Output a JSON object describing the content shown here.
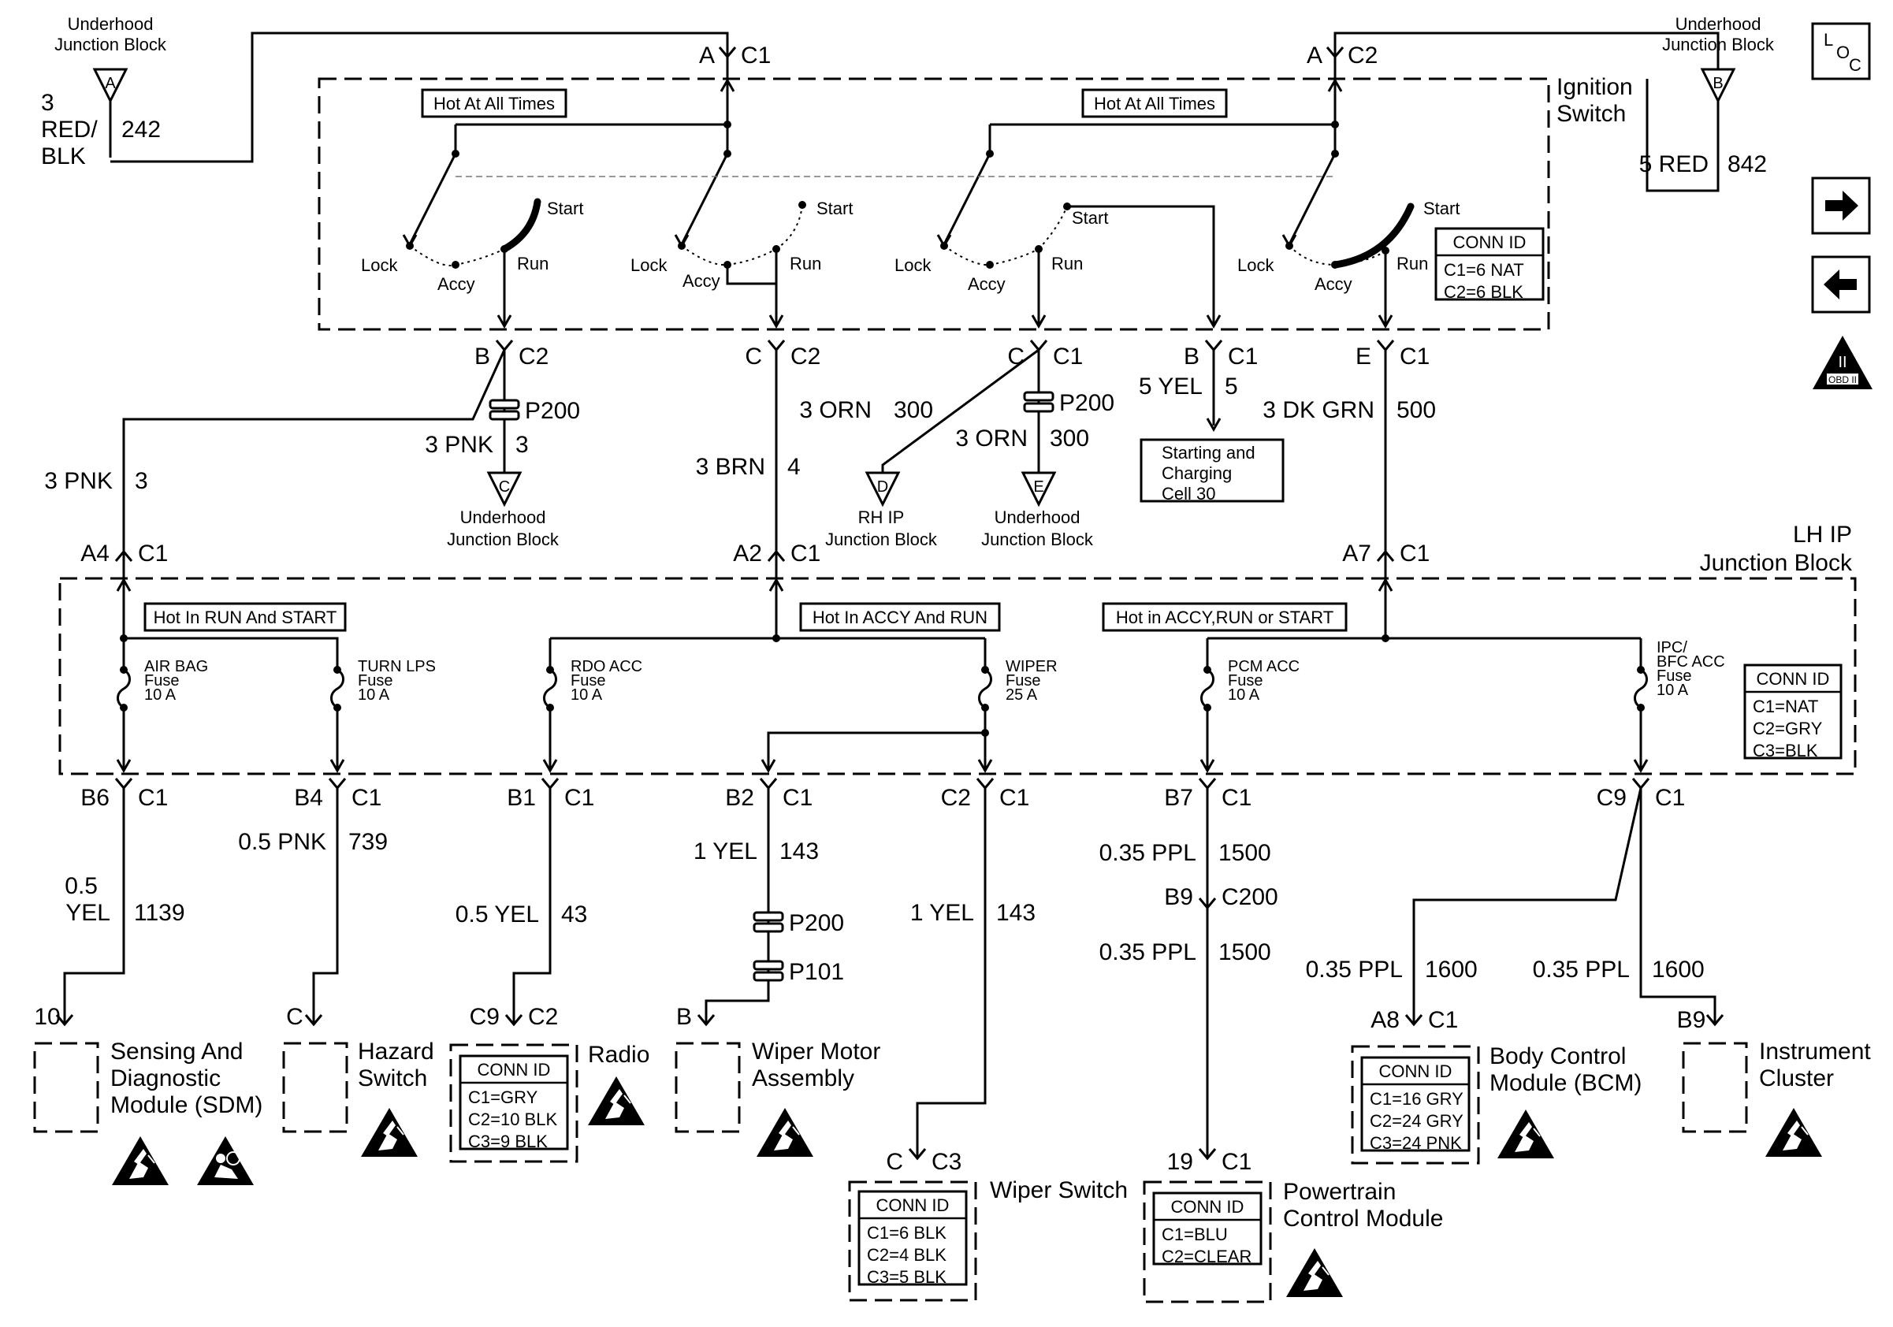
{
  "blocks": {
    "ignition_switch": "Ignition\nSwitch",
    "lh_ip_junction_block": "LH IP\nJunction Block"
  },
  "labels": {
    "hot_at_all_times_1": "Hot At All Times",
    "hot_at_all_times_2": "Hot At All Times",
    "hot_run_start": "Hot In RUN And START",
    "hot_accy_run": "Hot In ACCY And RUN",
    "hot_accy_run_start": "Hot in ACCY,RUN or START"
  },
  "switch_positions": {
    "lock": "Lock",
    "accy": "Accy",
    "run": "Run",
    "start": "Start"
  },
  "connectors": {
    "top_c1": [
      "A",
      "C1"
    ],
    "top_c2": [
      "A",
      "C2"
    ],
    "ign_b_c2": [
      "B",
      "C2"
    ],
    "ign_c_c2": [
      "C",
      "C2"
    ],
    "ign_c_c1": [
      "C",
      "C1"
    ],
    "ign_b_c1": [
      "B",
      "C1"
    ],
    "ign_e_c1": [
      "E",
      "C1"
    ],
    "jb_a4": [
      "A4",
      "C1"
    ],
    "jb_a2": [
      "A2",
      "C1"
    ],
    "jb_a7": [
      "A7",
      "C1"
    ],
    "jb_b6": [
      "B6",
      "C1"
    ],
    "jb_b4": [
      "B4",
      "C1"
    ],
    "jb_b1": [
      "B1",
      "C1"
    ],
    "jb_b2": [
      "B2",
      "C1"
    ],
    "jb_c2": [
      "C2",
      "C1"
    ],
    "jb_b7": [
      "B7",
      "C1"
    ],
    "jb_c9": [
      "C9",
      "C1"
    ],
    "b9_c200": [
      "B9",
      "C200"
    ],
    "sdm_pin": [
      "10"
    ],
    "hazard_pin": [
      "C"
    ],
    "radio_pin": [
      "C9",
      "C2"
    ],
    "wiper_motor_pin": [
      "B"
    ],
    "wiper_switch_pin": [
      "C",
      "C3"
    ],
    "pcm_pin": [
      "19",
      "C1"
    ],
    "bcm_pin": [
      "A8",
      "C1"
    ],
    "cluster_pin": [
      "B9"
    ]
  },
  "wires": {
    "red_blk": [
      "3",
      "RED/",
      "BLK",
      "242"
    ],
    "red_842": [
      "5 RED",
      "842"
    ],
    "pnk_3a": [
      "3 PNK",
      "3"
    ],
    "pnk_3b": [
      "3 PNK",
      "3"
    ],
    "brn_4": [
      "3 BRN",
      "4"
    ],
    "orn_300a": [
      "3 ORN",
      "300"
    ],
    "orn_300b": [
      "3 ORN",
      "300"
    ],
    "yel_5": [
      "5 YEL",
      "5"
    ],
    "dkgrn_500": [
      "3 DK GRN",
      "500"
    ],
    "yel_1139": [
      "0.5",
      "YEL",
      "1139"
    ],
    "pnk_739": [
      "0.5 PNK",
      "739"
    ],
    "yel_43": [
      "0.5 YEL",
      "43"
    ],
    "yel_143a": [
      "1 YEL",
      "143"
    ],
    "yel_143b": [
      "1 YEL",
      "143"
    ],
    "ppl_1500a": [
      "0.35 PPL",
      "1500"
    ],
    "ppl_1500b": [
      "0.35 PPL",
      "1500"
    ],
    "ppl_1600a": [
      "0.35 PPL",
      "1600"
    ],
    "ppl_1600b": [
      "0.35 PPL",
      "1600"
    ]
  },
  "splices": {
    "p200a": "P200",
    "p200b": "P200",
    "p200c": "P200",
    "p101": "P101"
  },
  "fuses": {
    "airbag": [
      "AIR BAG",
      "Fuse",
      "10 A"
    ],
    "turn": [
      "TURN LPS",
      "Fuse",
      "10 A"
    ],
    "rdo": [
      "RDO ACC",
      "Fuse",
      "10 A"
    ],
    "wiper": [
      "WIPER",
      "Fuse",
      "25 A"
    ],
    "pcm": [
      "PCM ACC",
      "Fuse",
      "10 A"
    ],
    "ipc": [
      "IPC/",
      "BFC ACC",
      "Fuse",
      "10 A"
    ]
  },
  "grounds": {
    "a": {
      "letter": "A",
      "text": [
        "Underhood",
        "Junction Block"
      ]
    },
    "b": {
      "letter": "B",
      "text": [
        "Underhood",
        "Junction Block"
      ]
    },
    "c": {
      "letter": "C",
      "text": [
        "Underhood",
        "Junction Block"
      ]
    },
    "d": {
      "letter": "D",
      "text": [
        "RH IP",
        "Junction Block"
      ]
    },
    "e": {
      "letter": "E",
      "text": [
        "Underhood",
        "Junction Block"
      ]
    }
  },
  "starting_ref": [
    "Starting and",
    "Charging",
    "Cell 30"
  ],
  "conn_ids": {
    "ign": {
      "title": "CONN ID",
      "lines": [
        "C1=6 NAT",
        "C2=6 BLK"
      ]
    },
    "jb": {
      "title": "CONN ID",
      "lines": [
        "C1=NAT",
        "C2=GRY",
        "C3=BLK"
      ]
    },
    "radio": {
      "title": "CONN ID",
      "lines": [
        "C1=GRY",
        "C2=10 BLK",
        "C3=9 BLK"
      ]
    },
    "wiper_switch": {
      "title": "CONN ID",
      "lines": [
        "C1=6 BLK",
        "C2=4 BLK",
        "C3=5 BLK"
      ]
    },
    "pcm": {
      "title": "CONN ID",
      "lines": [
        "C1=BLU",
        "C2=CLEAR"
      ]
    },
    "bcm": {
      "title": "CONN ID",
      "lines": [
        "C1=16 GRY",
        "C2=24 GRY",
        "C3=24 PNK"
      ]
    }
  },
  "components": {
    "sdm": [
      "Sensing And",
      "Diagnostic",
      "Module (SDM)"
    ],
    "hazard": [
      "Hazard",
      "Switch"
    ],
    "radio": [
      "Radio"
    ],
    "wiper_motor": [
      "Wiper Motor",
      "Assembly"
    ],
    "wiper_switch": [
      "Wiper Switch"
    ],
    "pcm": [
      "Powertrain",
      "Control Module"
    ],
    "bcm": [
      "Body Control",
      "Module (BCM)"
    ],
    "cluster": [
      "Instrument",
      "Cluster"
    ]
  },
  "side_icons": {
    "loc": [
      "L",
      "O",
      "C"
    ],
    "obd": [
      "II",
      "OBD II"
    ],
    "next": "arrow-right-icon",
    "prev": "arrow-left-icon"
  }
}
